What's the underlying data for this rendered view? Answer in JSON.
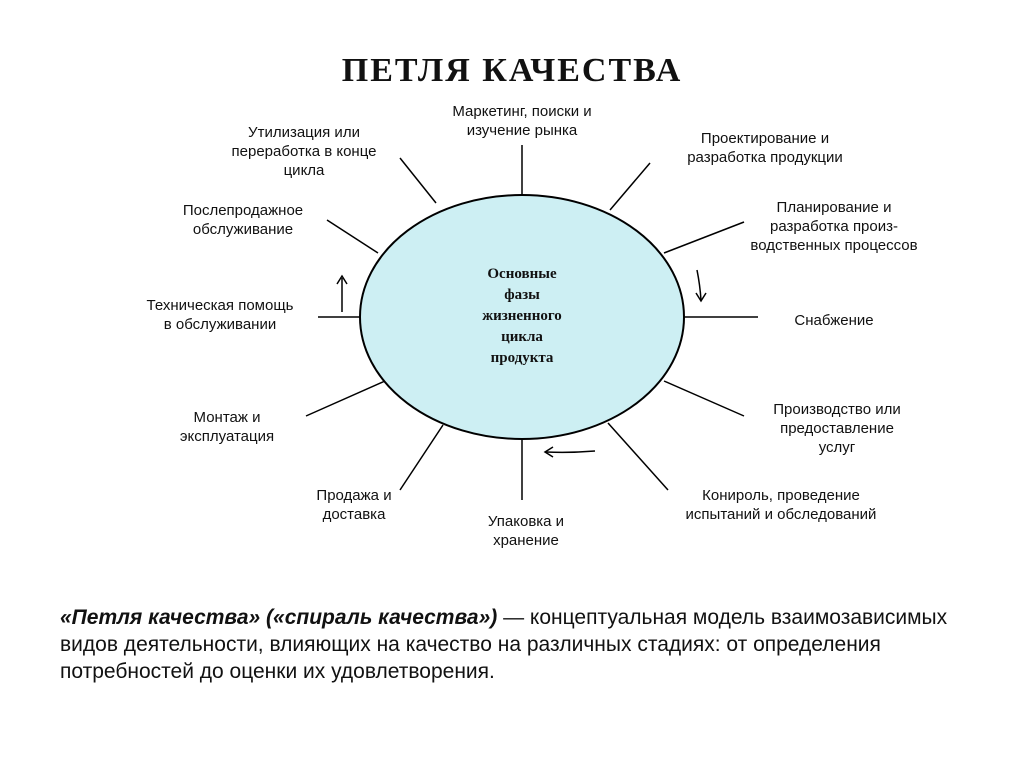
{
  "title": "ПЕТЛЯ  КАЧЕСТВА",
  "center": {
    "lines": [
      "Основные",
      "фазы",
      "жизненного",
      "цикла",
      "продукта"
    ],
    "fill": "#cdeff3"
  },
  "phases": [
    {
      "lines": [
        "Маркетинг, поиски и",
        "изучение рынка"
      ]
    },
    {
      "lines": [
        "Проектирование и",
        "разработка продукции"
      ]
    },
    {
      "lines": [
        "Планирование и",
        "разработка произ-",
        "водственных процессов"
      ]
    },
    {
      "lines": [
        "Снабжение"
      ]
    },
    {
      "lines": [
        "Производство или",
        "предоставление",
        "услуг"
      ]
    },
    {
      "lines": [
        "Конироль, проведение",
        "испытаний и обследований"
      ]
    },
    {
      "lines": [
        "Упаковка и",
        "хранение"
      ]
    },
    {
      "lines": [
        "Продажа и",
        "доставка"
      ]
    },
    {
      "lines": [
        "Монтаж и",
        "эксплуатация"
      ]
    },
    {
      "lines": [
        "Техническая помощь",
        "в обслуживании"
      ]
    },
    {
      "lines": [
        "Послепродажное",
        "обслуживание"
      ]
    },
    {
      "lines": [
        "Утилизация или",
        "переработка в конце",
        "цикла"
      ]
    }
  ],
  "caption": {
    "term": "«Петля качества» («спираль качества»)",
    "definition": " — концептуальная модель взаимозависимых видов деятельности, влияющих на качество на различных стадиях: от определения потребностей до оценки их удовлетворения."
  }
}
